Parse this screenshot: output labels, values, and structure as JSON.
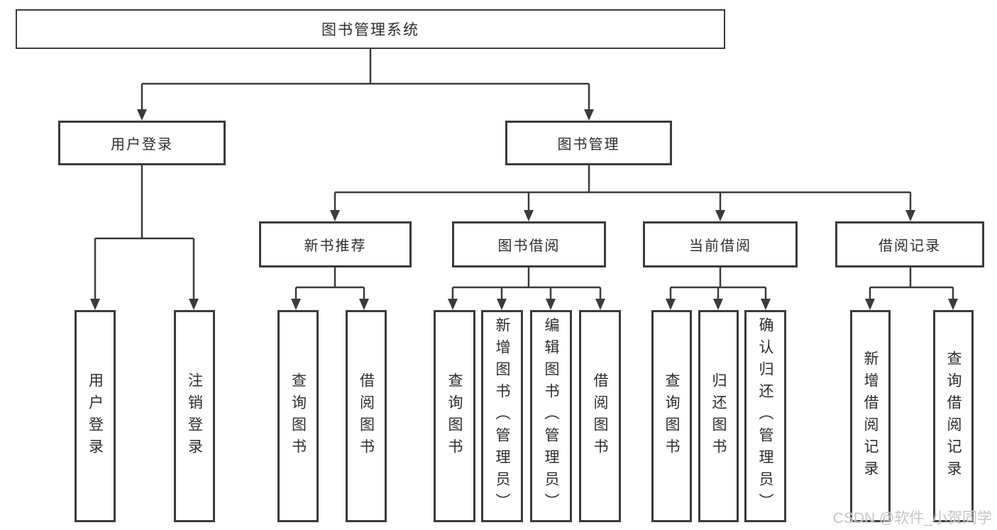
{
  "tree": {
    "root": {
      "label": "图书管理系统"
    },
    "children": [
      {
        "label": "用户登录",
        "leaves": [
          "用户登录",
          "注销登录"
        ]
      },
      {
        "label": "图书管理",
        "children": [
          {
            "label": "新书推荐",
            "leaves": [
              "查询图书",
              "借阅图书"
            ]
          },
          {
            "label": "图书借阅",
            "leaves": [
              "查询图书",
              "新增图书（管理员）",
              "编辑图书（管理员）",
              "借阅图书"
            ]
          },
          {
            "label": "当前借阅",
            "leaves": [
              "查询图书",
              "归还图书",
              "确认归还（管理员）"
            ]
          },
          {
            "label": "借阅记录",
            "leaves": [
              "新增借阅记录",
              "查询借阅记录"
            ]
          }
        ]
      }
    ]
  },
  "watermark": {
    "text": "CSDN @软件_小贺同学"
  },
  "colors": {
    "line": "#3b3b3b",
    "box_border": "#3b3b3b",
    "text": "#2d2d2d",
    "watermark": "#c2c2c2",
    "background": "#ffffff"
  }
}
